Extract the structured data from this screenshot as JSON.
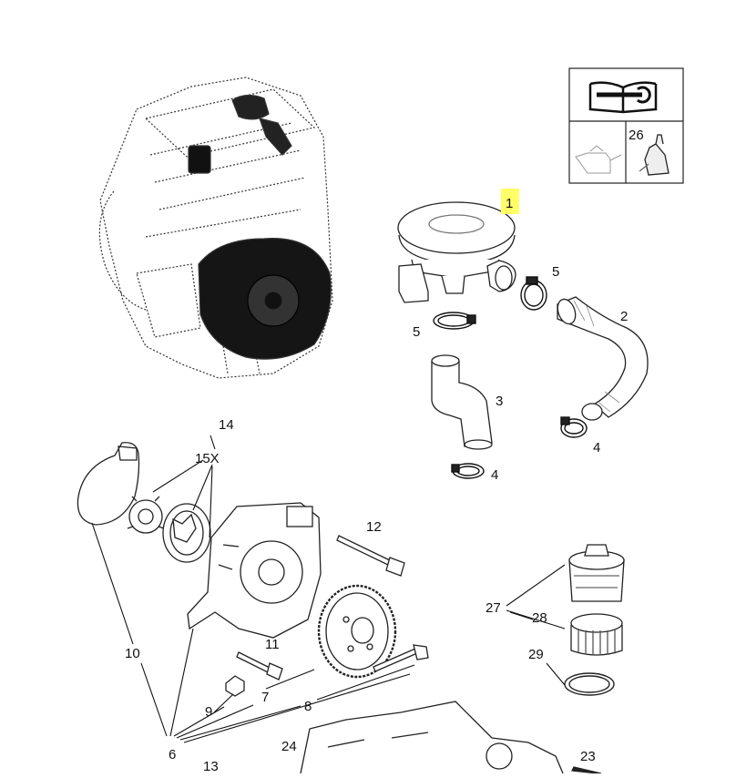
{
  "callouts": {
    "c1": "1",
    "c2": "2",
    "c3": "3",
    "c4a": "4",
    "c4b": "4",
    "c5a": "5",
    "c5b": "5",
    "c6": "6",
    "c7": "7",
    "c8": "8",
    "c9": "9",
    "c10": "10",
    "c11": "11",
    "c12": "12",
    "c13": "13",
    "c14": "14",
    "c15x": "15X",
    "c23": "23",
    "c24": "24",
    "c26": "26",
    "c27": "27",
    "c28": "28",
    "c29": "29"
  },
  "legend": {
    "icon_top": "manual-wrench-icon",
    "icon_left": "oil-can-icon",
    "icon_right": "sealant-tube-icon"
  },
  "highlight_color": "#ffff66"
}
